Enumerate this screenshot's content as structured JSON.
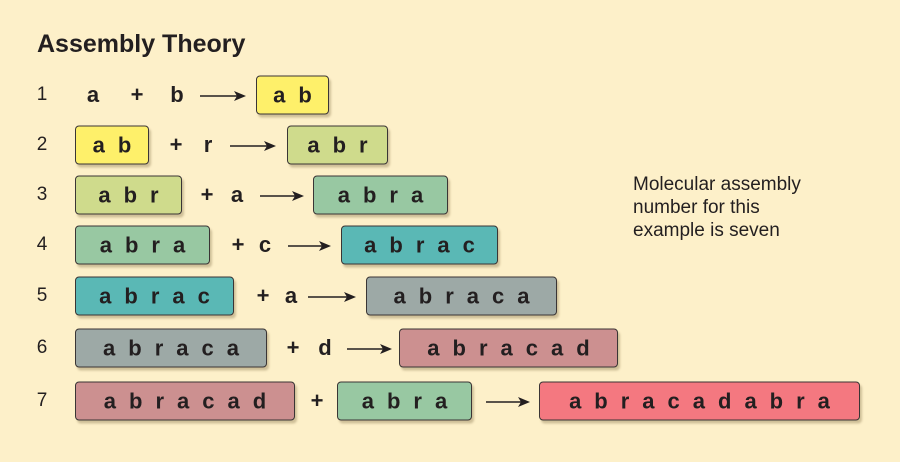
{
  "title": "Assembly Theory",
  "note": [
    "Molecular assembly",
    "number for this",
    "example is seven"
  ],
  "colors": {
    "background": "#fdf0c9",
    "ab": "#fef06a",
    "abr": "#cfdb8c",
    "abra": "#98c8a2",
    "abrac": "#5ab8b5",
    "abraca": "#9da9a6",
    "abracad": "#cc9090",
    "abracadabra": "#f47880"
  },
  "steps": [
    {
      "number": "1",
      "left": "a",
      "plus": "+",
      "right": "b",
      "result": "ab"
    },
    {
      "number": "2",
      "left": "ab",
      "plus": "+",
      "right": "r",
      "result": "abr"
    },
    {
      "number": "3",
      "left": "abr",
      "plus": "+",
      "right": "a",
      "result": "abra"
    },
    {
      "number": "4",
      "left": "abra",
      "plus": "+",
      "right": "c",
      "result": "abrac"
    },
    {
      "number": "5",
      "left": "abrac",
      "plus": "+",
      "right": "a",
      "result": "abraca"
    },
    {
      "number": "6",
      "left": "abraca",
      "plus": "+",
      "right": "d",
      "result": "abracad"
    },
    {
      "number": "7",
      "left": "abracad",
      "plus": "+",
      "right": "abra",
      "result": "abracadabra"
    }
  ]
}
